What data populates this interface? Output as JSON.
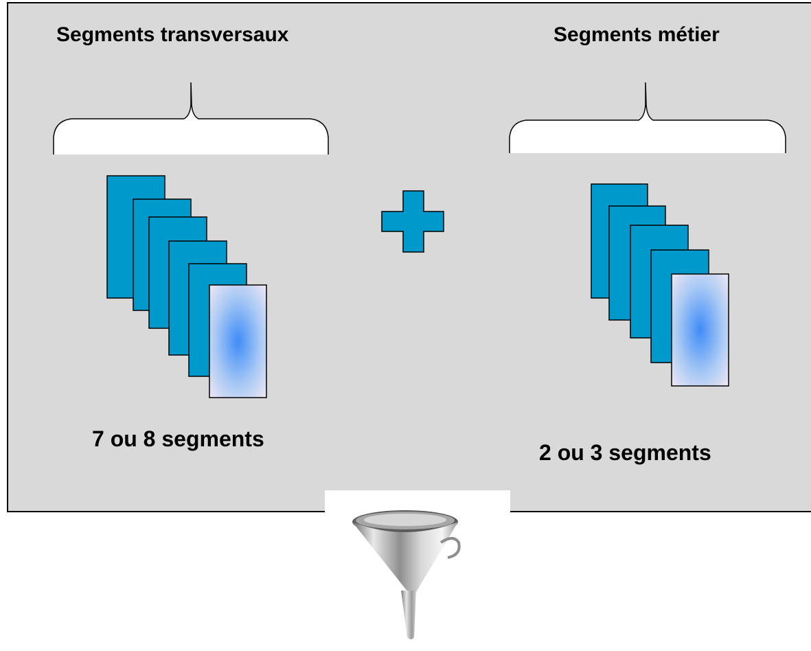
{
  "left_group": {
    "title": "Segments transversaux",
    "count_label": "7 ou 8 segments"
  },
  "right_group": {
    "title": "Segments métier",
    "count_label": "2 ou 3 segments"
  },
  "operator": "plus",
  "icons": {
    "funnel": "funnel-icon",
    "plus": "plus-icon"
  },
  "colors": {
    "panel_background": "#d9d9d9",
    "segment_fill": "#0099cc",
    "highlight_center": "#4a8ff5",
    "highlight_edge": "#f3e9f3",
    "brace_fill": "#ffffff",
    "page_background": "#ffffff"
  }
}
